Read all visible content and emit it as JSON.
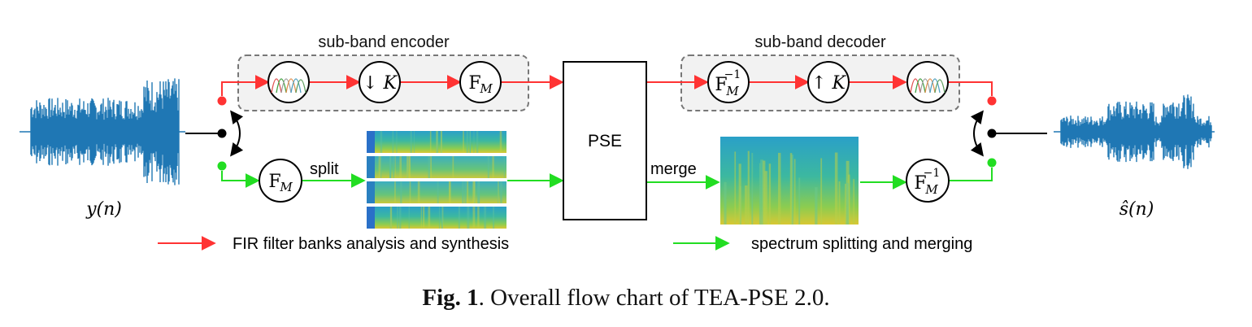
{
  "encoder": {
    "title": "sub-band encoder",
    "downsample_label": "↓ K"
  },
  "decoder": {
    "title": "sub-band decoder",
    "upsample_label": "↑ K"
  },
  "blocks": {
    "pse": "PSE",
    "transform_base": "F",
    "transform_sub": "M",
    "inverse_sup": "−1"
  },
  "labels": {
    "split": "split",
    "merge": "merge",
    "input_signal": "y(n)",
    "output_signal": "ŝ(n)"
  },
  "legend": {
    "red_label": "FIR filter banks analysis and synthesis",
    "green_label": "spectrum splitting and merging"
  },
  "colors": {
    "red": "#ff3333",
    "green": "#22dd22",
    "wave": "#1f77b4"
  },
  "caption": {
    "fig_label": "Fig. 1",
    "text": ". Overall flow chart of TEA-PSE 2.0."
  }
}
